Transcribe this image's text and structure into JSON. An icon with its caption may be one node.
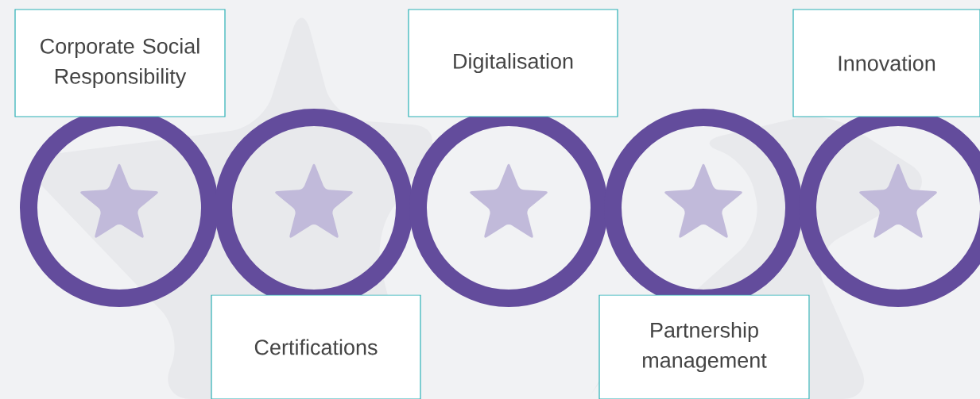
{
  "diagram": {
    "nodes": [
      {
        "text": [
          "Corporate Social Responsibility"
        ]
      },
      {
        "text": [
          "Certifications"
        ]
      },
      {
        "text": [
          "Digitalisation"
        ]
      },
      {
        "text": [
          "Partnership management"
        ]
      },
      {
        "text": [
          "Innovation"
        ]
      }
    ]
  }
}
